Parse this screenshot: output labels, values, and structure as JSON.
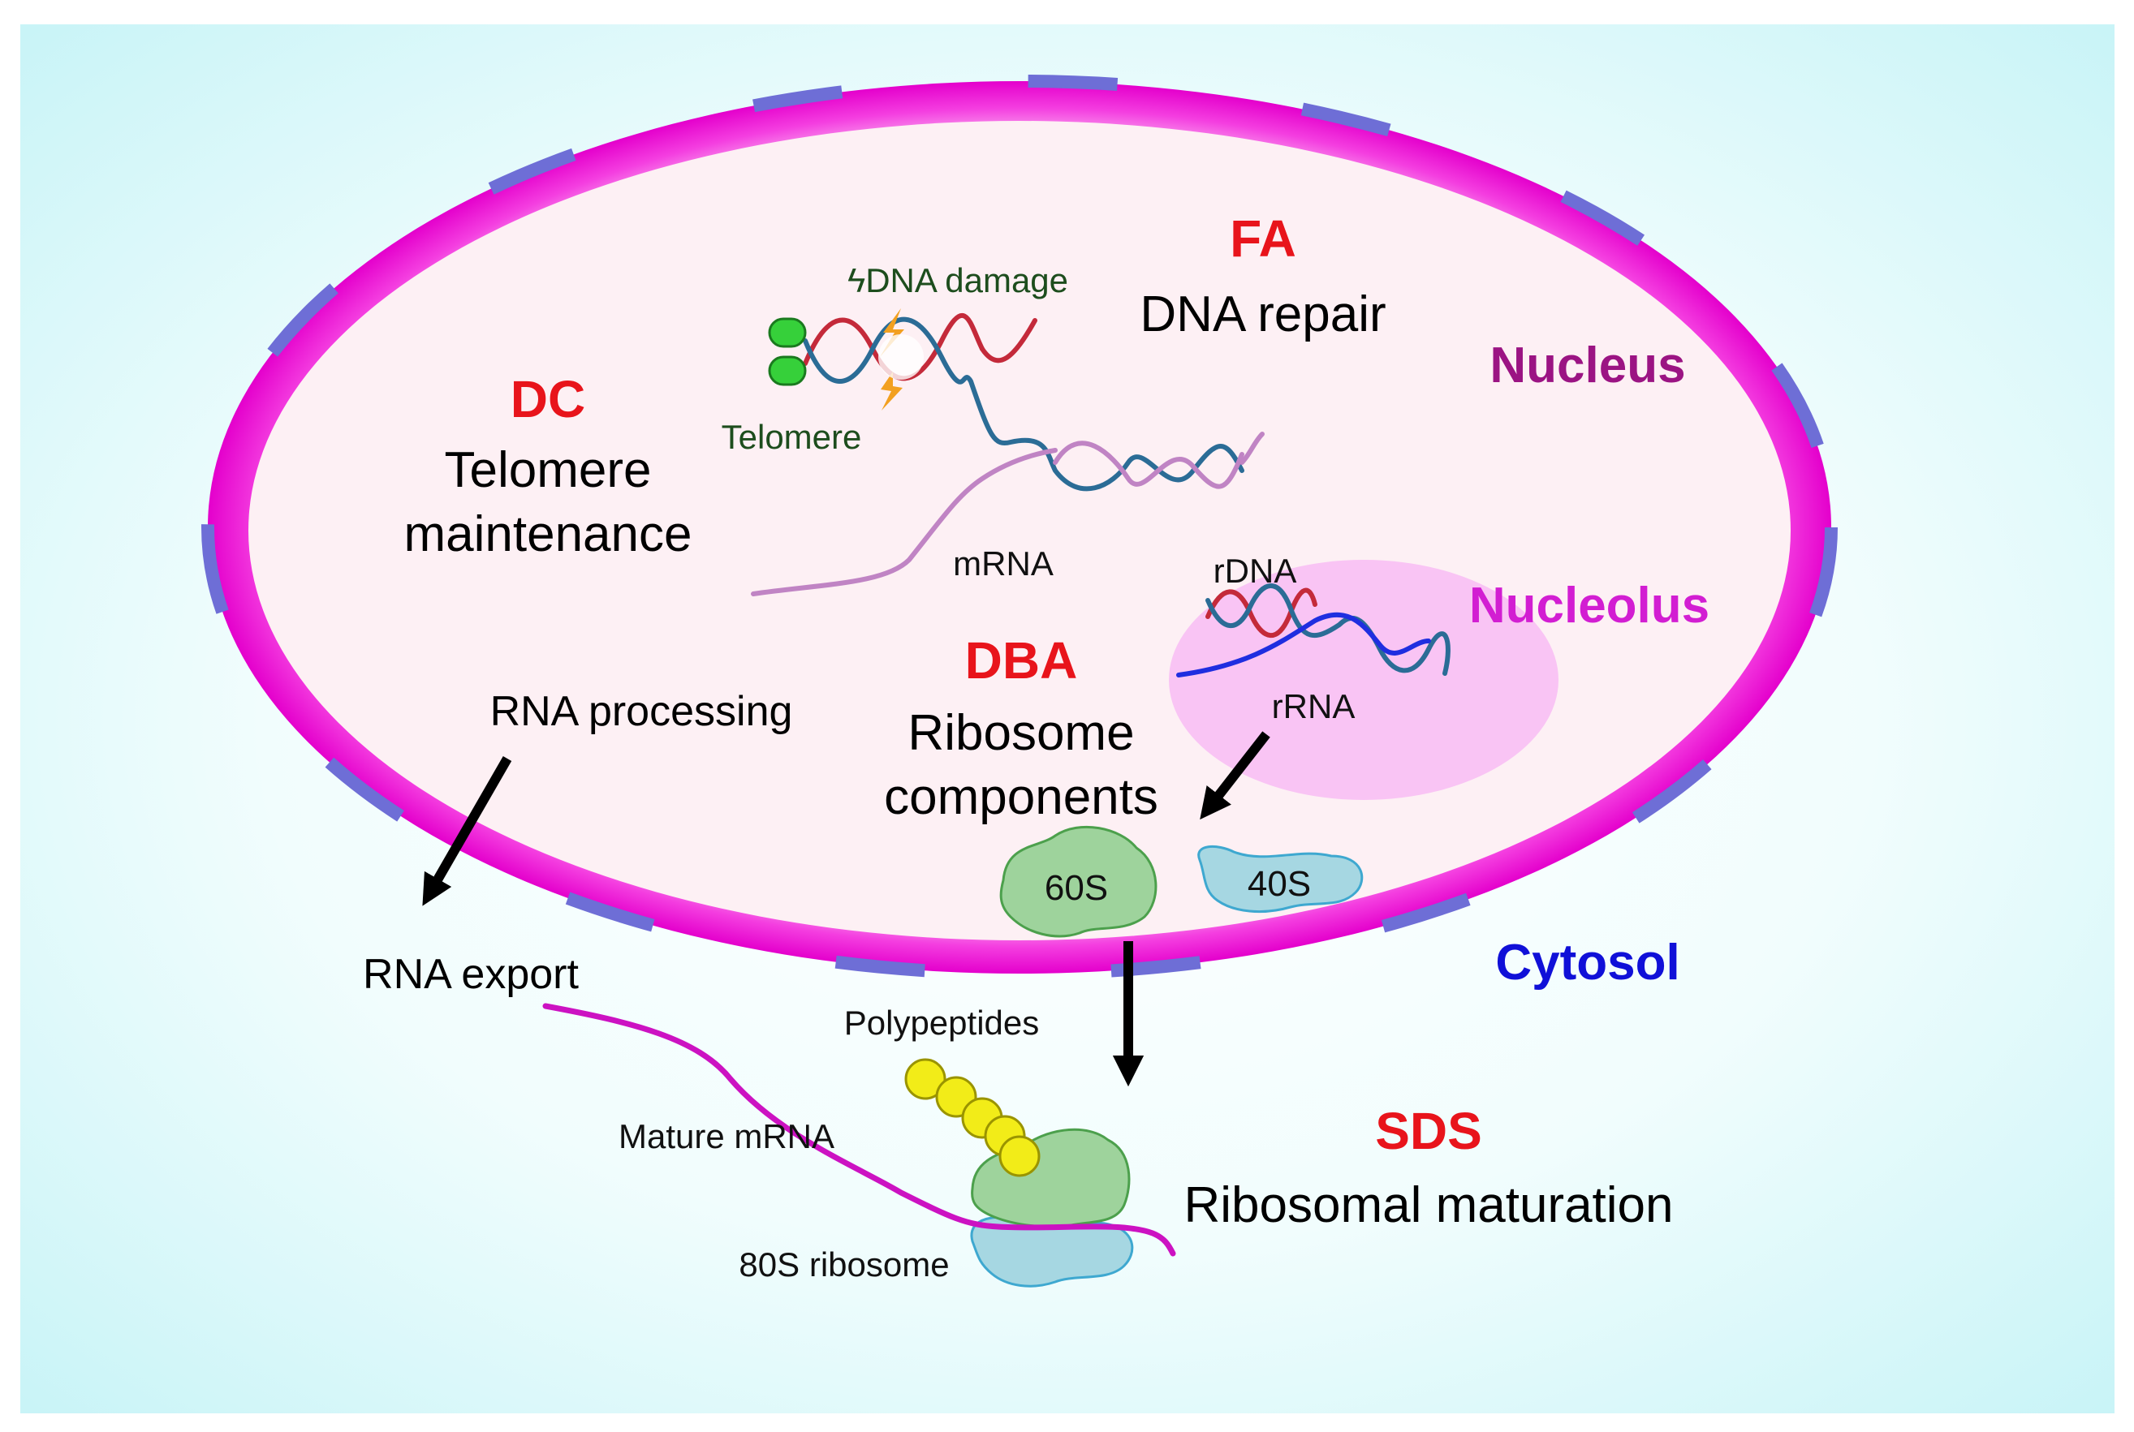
{
  "colors": {
    "background_gradient_center": "#ffffff",
    "background_gradient_edge": "#cdf6f8",
    "nucleus_fill": "#fdf0f4",
    "nucleus_membrane": "#f000d8",
    "nuclear_pores": "#6e6ed6",
    "nucleolus_fill": "#f9c4f4",
    "disease_label": "#e8141b",
    "nucleus_label": "#9b1483",
    "nucleolus_label": "#d21ed2",
    "cytosol_label": "#1010d8",
    "subunit_60s": "#9ed39c",
    "subunit_40s": "#a6d7e2",
    "polypeptide_beads": "#f2ec18",
    "mature_mrna": "#cc12c2",
    "mrna": "#c084c4",
    "dna_strand_blue": "#2b6c96",
    "dna_strand_red": "#c42a3a",
    "telomere_cap": "#36d03a",
    "damage_bolt": "#f2a020"
  },
  "compartments": {
    "nucleus": "Nucleus",
    "nucleolus": "Nucleolus",
    "cytosol": "Cytosol"
  },
  "diseases": {
    "fa": {
      "abbr": "FA",
      "function": "DNA repair"
    },
    "dc": {
      "abbr": "DC",
      "function_line1": "Telomere",
      "function_line2": "maintenance"
    },
    "dba": {
      "abbr": "DBA",
      "function_line1": "Ribosome",
      "function_line2": "components"
    },
    "sds": {
      "abbr": "SDS",
      "function": "Ribosomal maturation"
    }
  },
  "labels": {
    "dna_damage": "DNA damage",
    "telomere": "Telomere",
    "mrna": "mRNA",
    "rdna": "rDNA",
    "rrna": "rRNA",
    "rna_processing": "RNA processing",
    "rna_export": "RNA export",
    "subunit_60s": "60S",
    "subunit_40s": "40S",
    "polypeptides": "Polypeptides",
    "mature_mrna": "Mature mRNA",
    "ribosome_80s": "80S ribosome"
  },
  "icons": {
    "damage": "lightning-bolt-icon",
    "arrow": "arrow-icon"
  }
}
